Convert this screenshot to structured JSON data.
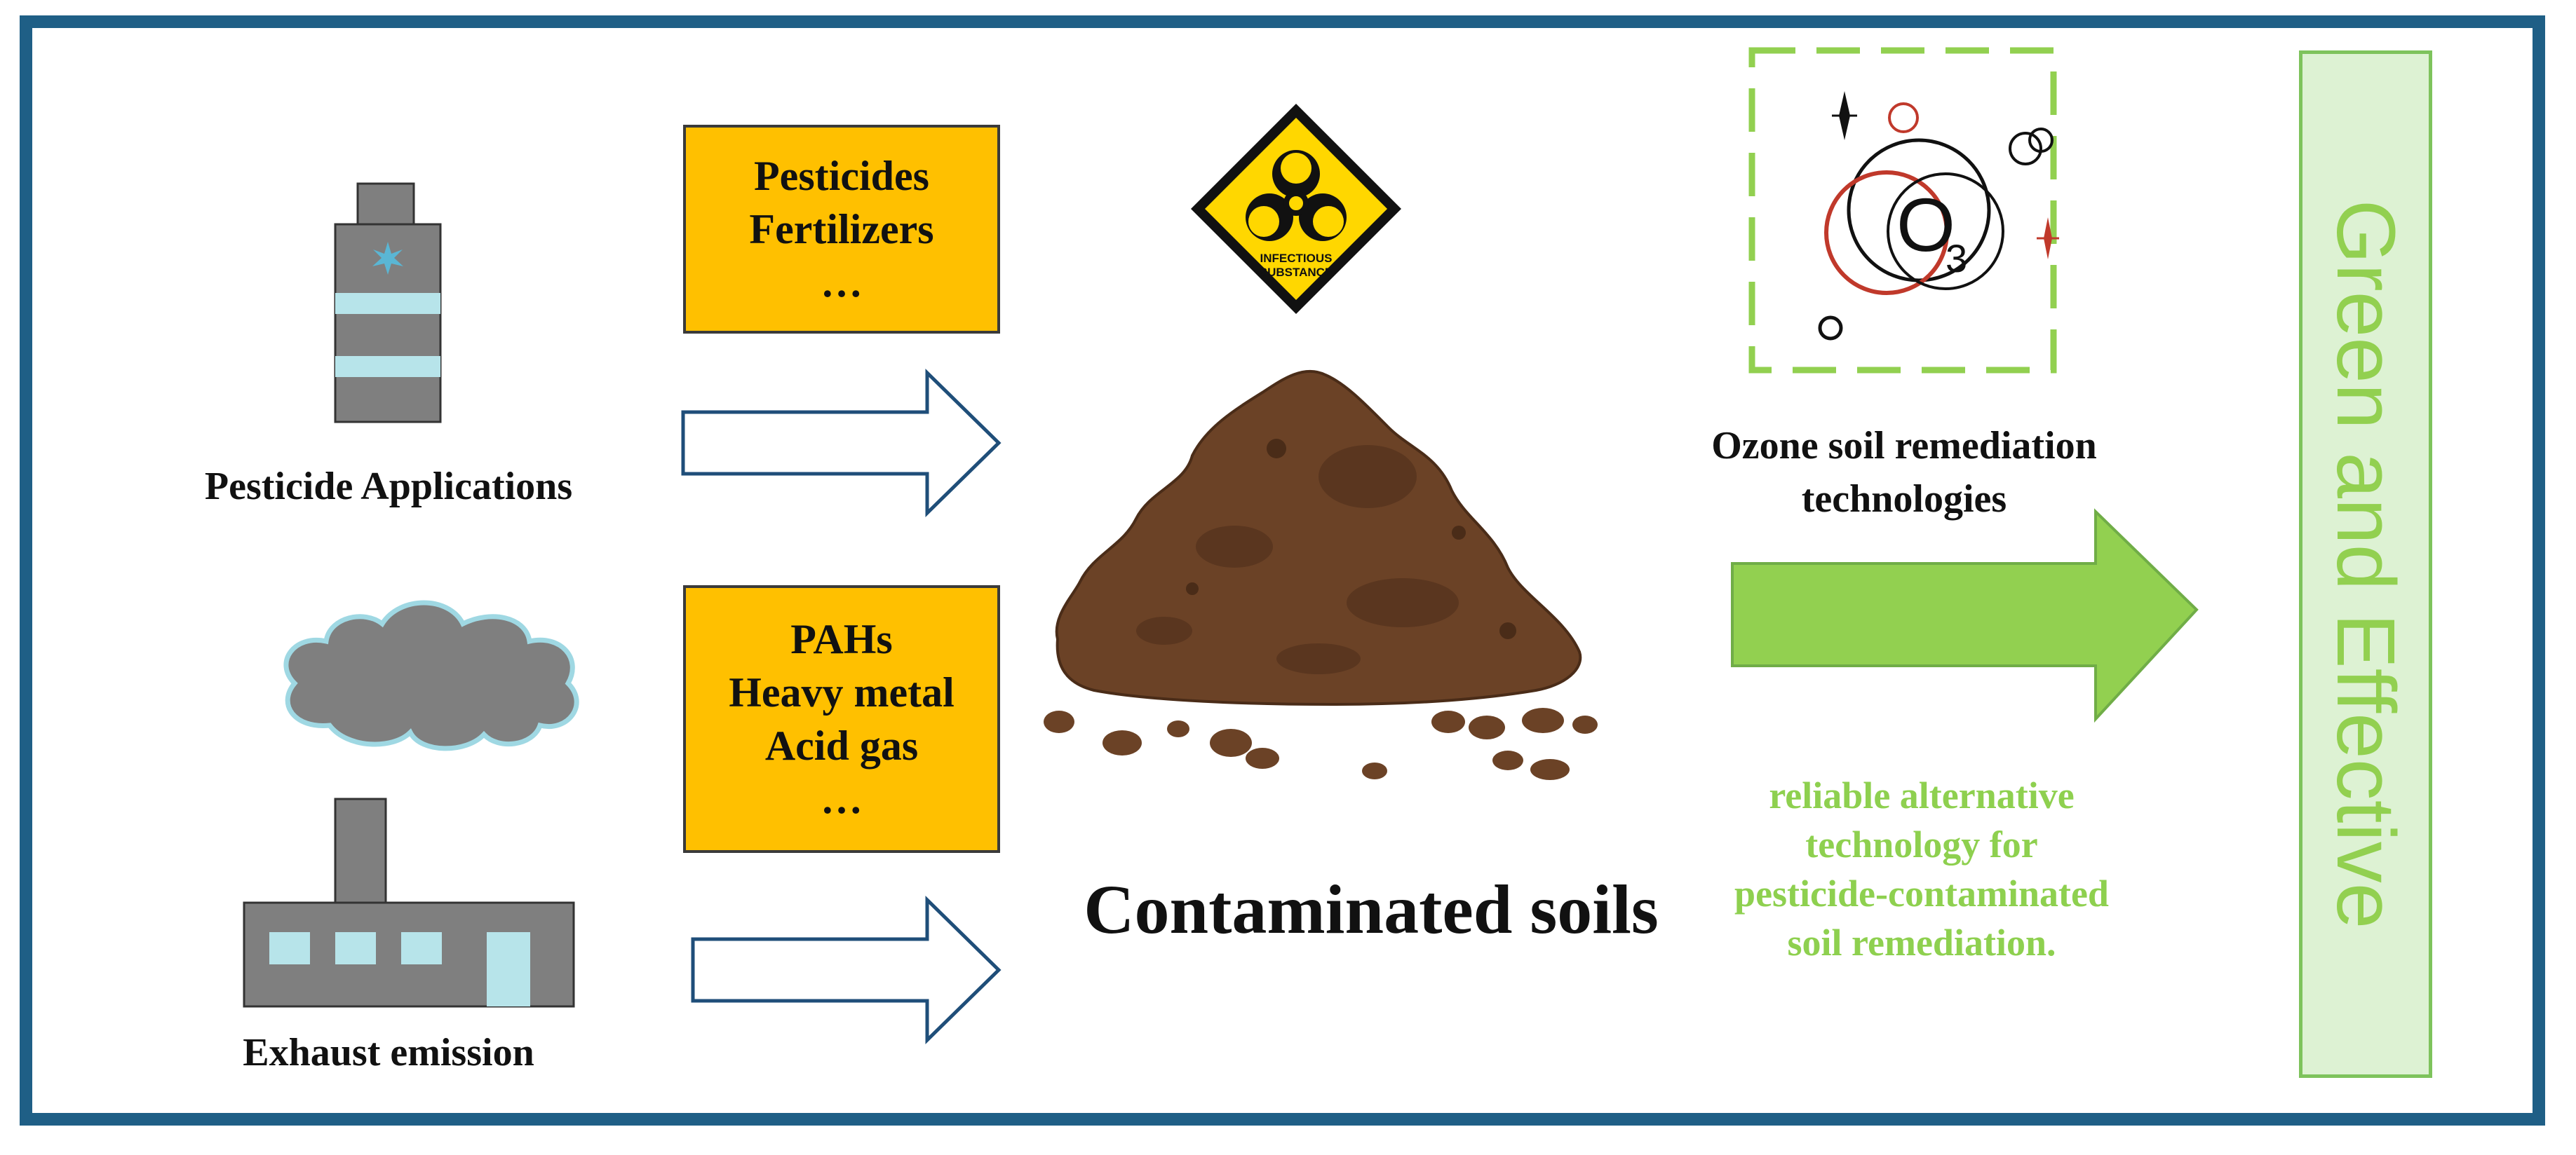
{
  "sources": {
    "pesticide": {
      "caption": "Pesticide Applications",
      "contaminants": [
        "Pesticides",
        "Fertilizers",
        "…"
      ]
    },
    "exhaust": {
      "caption": "Exhaust emission",
      "contaminants": [
        "PAHs",
        "Heavy metal",
        "Acid gas",
        "…"
      ]
    }
  },
  "center": {
    "caption": "Contaminated soils",
    "hazard_sign": [
      "INFECTIOUS",
      "SUBSTANCE"
    ]
  },
  "remediation": {
    "caption_lines": [
      "Ozone soil remediation",
      "technologies"
    ],
    "ozone_symbol": "O",
    "ozone_subscript": "3",
    "benefit_lines": [
      "reliable alternative",
      "technology for",
      "pesticide-contaminated",
      "soil remediation."
    ]
  },
  "result": {
    "label": "Green and Effective"
  },
  "colors": {
    "frame": "#1f5f86",
    "contaminant_box": "#ffc000",
    "green_arrow": "#92d050",
    "green_text": "#8ed04f",
    "gray_object": "#7f7f7f",
    "soil": "#6b4226",
    "hazard_yellow": "#ffd700"
  }
}
